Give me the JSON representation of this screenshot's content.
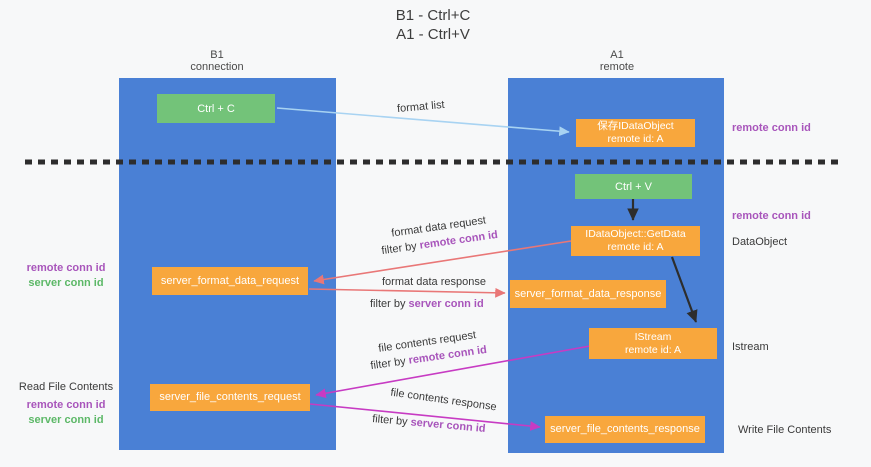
{
  "title": {
    "line1": "B1 - Ctrl+C",
    "line2": "A1 - Ctrl+V"
  },
  "columns": {
    "left": {
      "header_line1": "B1",
      "header_line2": "connection"
    },
    "right": {
      "header_line1": "A1",
      "header_line2": "remote"
    }
  },
  "boxes": {
    "ctrl_c": "Ctrl + C",
    "ctrl_v": "Ctrl + V",
    "save_idataobject": {
      "line1": "保存IDataObject",
      "line2": "remote id: A"
    },
    "getdata": {
      "line1": "IDataObject::GetData",
      "line2": "remote id: A"
    },
    "istream": {
      "line1": "IStream",
      "line2": "remote id: A"
    },
    "server_format_data_request": "server_format_data_request",
    "server_format_data_response": "server_format_data_response",
    "server_file_contents_request": "server_file_contents_request",
    "server_file_contents_response": "server_file_contents_response"
  },
  "flow_labels": {
    "format_list": "format list",
    "format_data_request": "format data request",
    "format_data_response": "format data response",
    "file_contents_request": "file contents request",
    "file_contents_response": "file contents response",
    "filter_by": "filter by ",
    "remote_conn_id": "remote conn id",
    "server_conn_id": "server conn id"
  },
  "side_labels": {
    "right_remote_conn_id_top": "remote conn id",
    "right_remote_conn_id_mid": "remote conn id",
    "data_object": "DataObject",
    "istream": "Istream",
    "write_file_contents": "Write File Contents",
    "left_remote_conn_id_top": "remote conn id",
    "left_server_conn_id_top": "server conn id",
    "read_file_contents": "Read File Contents",
    "left_remote_conn_id_bottom": "remote conn id",
    "left_server_conn_id_bottom": "server conn id"
  },
  "colors": {
    "lifeline_blue": "#4a80d5",
    "box_orange": "#f8a73d",
    "button_green": "#73c379",
    "arrow_red": "#e97777",
    "arrow_magenta": "#c73bc3",
    "arrow_lightblue": "#a8d3f2",
    "text_purple": "#a855bb",
    "text_green": "#5cb867",
    "dash_black": "#2d2d2d",
    "background": "#f7f8f9"
  }
}
